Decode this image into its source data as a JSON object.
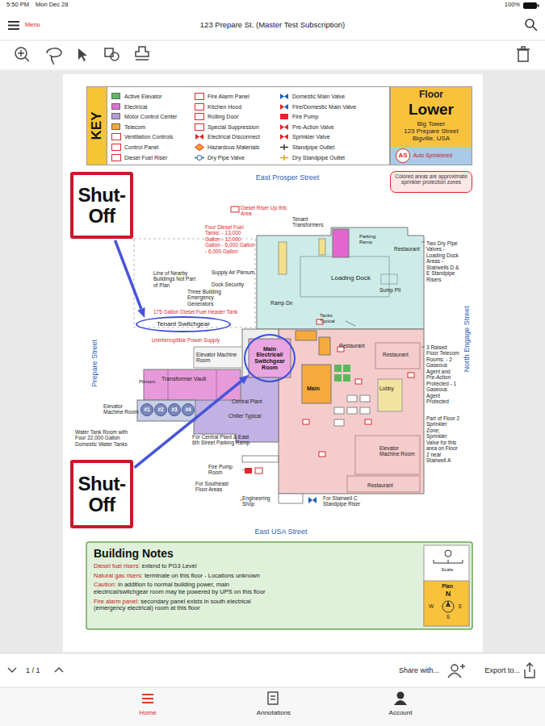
{
  "diagram": {
    "nodes": [
      {
        "text": [
          "KEY"
        ]
      },
      {
        "text": [
          "Floor",
          "Lower",
          "Big Tower",
          "123 Prepare Street",
          "Bigville, USA"
        ]
      },
      {
        "text": [
          "AS",
          "Auto Sprinklered"
        ],
        "in": 1
      },
      {
        "text": [
          "Colored areas are approximate sprinkler protection zones"
        ]
      },
      {
        "text": [
          "Shut- Off"
        ]
      },
      {
        "text": [
          "Tenant Switchgear"
        ]
      },
      {
        "text": [
          "Shut- Off"
        ]
      },
      {
        "text": [
          "Main Electrical/ Switchgear Room"
        ]
      },
      {
        "text": [
          "Building Notes",
          "Diesel fuel risers: extend to PG3 Level",
          "Natural gas risers: terminate on this floor - Locations unknown",
          "Caution: in addition to normal building power, main electrical/switchgear room may be powered by UPS on this floor",
          "Fire alarm panel: secondary panel exists in south electrical (emergency electrical) room at this floor"
        ]
      }
    ],
    "edges": [
      {
        "from": 4,
        "to": 5,
        "arrow": "to"
      },
      {
        "from": 6,
        "to": 7,
        "arrow": "to"
      }
    ],
    "labels": [
      "5:50 PM",
      "Mon Dec 28",
      "100%",
      "Menu",
      "123 Prepare St. (Master Test Subscription)",
      "East Prosper Street",
      "Prepare Street",
      "North Engage Street",
      "East USA Street",
      "Diesel Riser Up this Area",
      "Tenant Transformers",
      "Four Diesel Fuel Tanks: - 13,000 Gallon - 12,000 Gallon - 6,000 Gallon - 6,000 Gallon",
      "Supply Air Plenum",
      "Dock Security",
      "Line of Nearby Buildings Not Part of Plan",
      "Three Building Emergency Generators",
      "175 Gallon Diesel Fuel Header Tank",
      "Uninterruptible Power Supply",
      "Elevator Machine Room",
      "Transformer Vault",
      "Central Plant",
      "Chiller Typical",
      "#1",
      "#2",
      "#3",
      "#4",
      "Elevator Machine Room",
      "Water Tank Room with Four 22,000 Gallon Domestic Water Tanks",
      "For Central Plant & East 6th Street Parking Ramp",
      "Fire Pump Room",
      "For Southeast Floor Areas",
      "Engineering Shop",
      "For Stairwell C Standpipe Riser",
      "Loading Dock",
      "Ramp Dn",
      "Restaurant",
      "Sump Pit",
      "Two Dry Pipe Valves - Loading Dock Areas - Stairwells D & E Standpipe Risers",
      "3 Raised Floor Telecom Rooms: - 2 Gaseous Agent and Pre-Action Protected - 1 Gaseous Agent Protected",
      "Part of Floor 2 Sprinkler Zone; Sprinkler Valve for this area on Floor 2 near Stairwell A",
      "Restaurant",
      "Restaurant",
      "Elevator Machine Room",
      "Restaurant",
      "Main",
      "Tanks Typical",
      "Lobby",
      "Parking Ramp",
      "Plenum",
      "Scale",
      "Plan",
      "N",
      "W",
      "E",
      "S",
      "1 / 1",
      "Share with...",
      "Export to...",
      "Home",
      "Annotations",
      "Account"
    ],
    "legend": [
      {
        "text": "Active Elevator",
        "color": "#5cb85c"
      },
      {
        "text": "Electrical",
        "color": "#e36fd1"
      },
      {
        "text": "Motor Control Center",
        "color": "#b79ad9"
      },
      {
        "text": "Telecom",
        "color": "#f5a733"
      },
      {
        "text": "Ventilation Controls"
      },
      {
        "text": "Control Panel"
      },
      {
        "text": "Diesel Fuel Riser"
      },
      {
        "text": "Fire Alarm Panel"
      },
      {
        "text": "Kitchen Hood"
      },
      {
        "text": "Rolling Door"
      },
      {
        "text": "Special Suppression"
      },
      {
        "text": "Electrical Disconnect"
      },
      {
        "text": "Hazardous Materials"
      },
      {
        "text": "Dry Pipe Valve"
      },
      {
        "text": "Domestic Main Valve"
      },
      {
        "text": "Fire/Domestic Main Valve"
      },
      {
        "text": "Fire Pump"
      },
      {
        "text": "Pre-Action Valve"
      },
      {
        "text": "Sprinkler Valve"
      },
      {
        "text": "Standpipe Outlet"
      },
      {
        "text": "Dry Standpipe Outlet"
      }
    ]
  }
}
